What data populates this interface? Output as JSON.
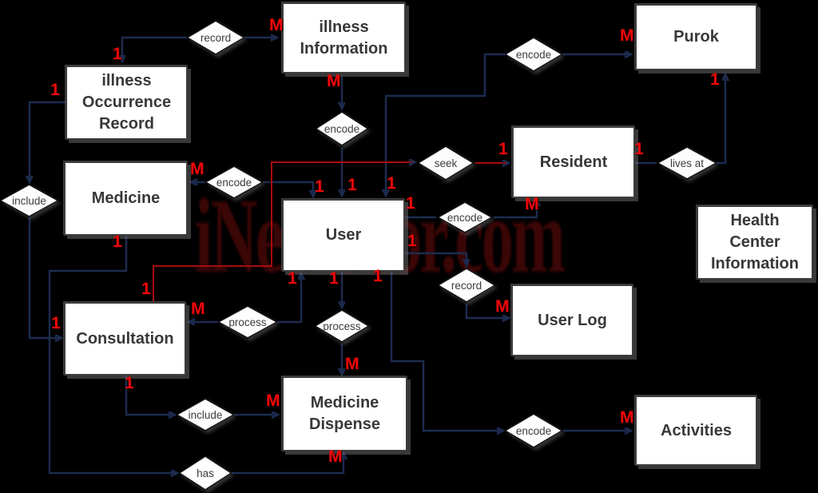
{
  "watermark": "iNetTutor.com",
  "colors": {
    "background": "#000000",
    "connector_line": "#1c2c50",
    "relation_line_red": "#a80d0d",
    "cardinality_red": "#ee0808",
    "entity_fill": "#ffffff",
    "entity_text": "#383838"
  },
  "entities": [
    {
      "id": "illness-information",
      "label": "illness\nInformation"
    },
    {
      "id": "purok",
      "label": "Purok"
    },
    {
      "id": "illness-occurrence-record",
      "label": "illness\nOccurrence\nRecord"
    },
    {
      "id": "resident",
      "label": "Resident"
    },
    {
      "id": "medicine",
      "label": "Medicine"
    },
    {
      "id": "user",
      "label": "User"
    },
    {
      "id": "health-center-information",
      "label": "Health\nCenter\nInformation"
    },
    {
      "id": "consultation",
      "label": "Consultation"
    },
    {
      "id": "user-log",
      "label": "User Log"
    },
    {
      "id": "medicine-dispense",
      "label": "Medicine\nDispense"
    },
    {
      "id": "activities",
      "label": "Activities"
    }
  ],
  "relationships": [
    {
      "label": "record",
      "from": "illness Occurrence Record",
      "to": "illness Information",
      "from_card": "1",
      "to_card": "M"
    },
    {
      "label": "encode",
      "from": "User",
      "to": "Purok",
      "from_card": "1",
      "to_card": "M"
    },
    {
      "label": "encode",
      "from": "User",
      "to": "illness Information",
      "from_card": "1",
      "to_card": "M"
    },
    {
      "label": "seek",
      "from": "Consultation",
      "to": "Resident",
      "from_card": "1",
      "to_card": "1"
    },
    {
      "label": "lives at",
      "from": "Resident",
      "to": "Purok",
      "from_card": "1",
      "to_card": "1"
    },
    {
      "label": "encode",
      "from": "User",
      "to": "Medicine",
      "from_card": "1",
      "to_card": "M"
    },
    {
      "label": "include",
      "from": "illness Occurrence Record",
      "to": "Consultation",
      "from_card": "1",
      "to_card": "1"
    },
    {
      "label": "encode",
      "from": "User",
      "to": "Resident",
      "from_card": "1",
      "to_card": "M"
    },
    {
      "label": "record",
      "from": "User",
      "to": "User Log",
      "from_card": "1",
      "to_card": "M"
    },
    {
      "label": "process",
      "from": "User",
      "to": "Consultation",
      "from_card": "1",
      "to_card": "M"
    },
    {
      "label": "process",
      "from": "User",
      "to": "Medicine Dispense",
      "from_card": "1",
      "to_card": "M"
    },
    {
      "label": "include",
      "from": "Consultation",
      "to": "Medicine Dispense",
      "from_card": "1",
      "to_card": "M"
    },
    {
      "label": "encode",
      "from": "User",
      "to": "Activities",
      "from_card": "1",
      "to_card": "M"
    },
    {
      "label": "has",
      "from": "Medicine",
      "to": "Medicine Dispense",
      "from_card": "1",
      "to_card": "M"
    }
  ],
  "cardinalities": [
    {
      "value": "1"
    },
    {
      "value": "M"
    },
    {
      "value": "M"
    },
    {
      "value": "1"
    },
    {
      "value": "M"
    },
    {
      "value": "1"
    },
    {
      "value": "1"
    },
    {
      "value": "M"
    },
    {
      "value": "1"
    },
    {
      "value": "1"
    },
    {
      "value": "1"
    },
    {
      "value": "1"
    },
    {
      "value": "1"
    },
    {
      "value": "1"
    },
    {
      "value": "1"
    },
    {
      "value": "M"
    },
    {
      "value": "1"
    },
    {
      "value": "M"
    },
    {
      "value": "1"
    },
    {
      "value": "M"
    },
    {
      "value": "1"
    },
    {
      "value": "M"
    },
    {
      "value": "1"
    },
    {
      "value": "M"
    },
    {
      "value": "1"
    },
    {
      "value": "M"
    },
    {
      "value": "1"
    },
    {
      "value": "M"
    }
  ]
}
